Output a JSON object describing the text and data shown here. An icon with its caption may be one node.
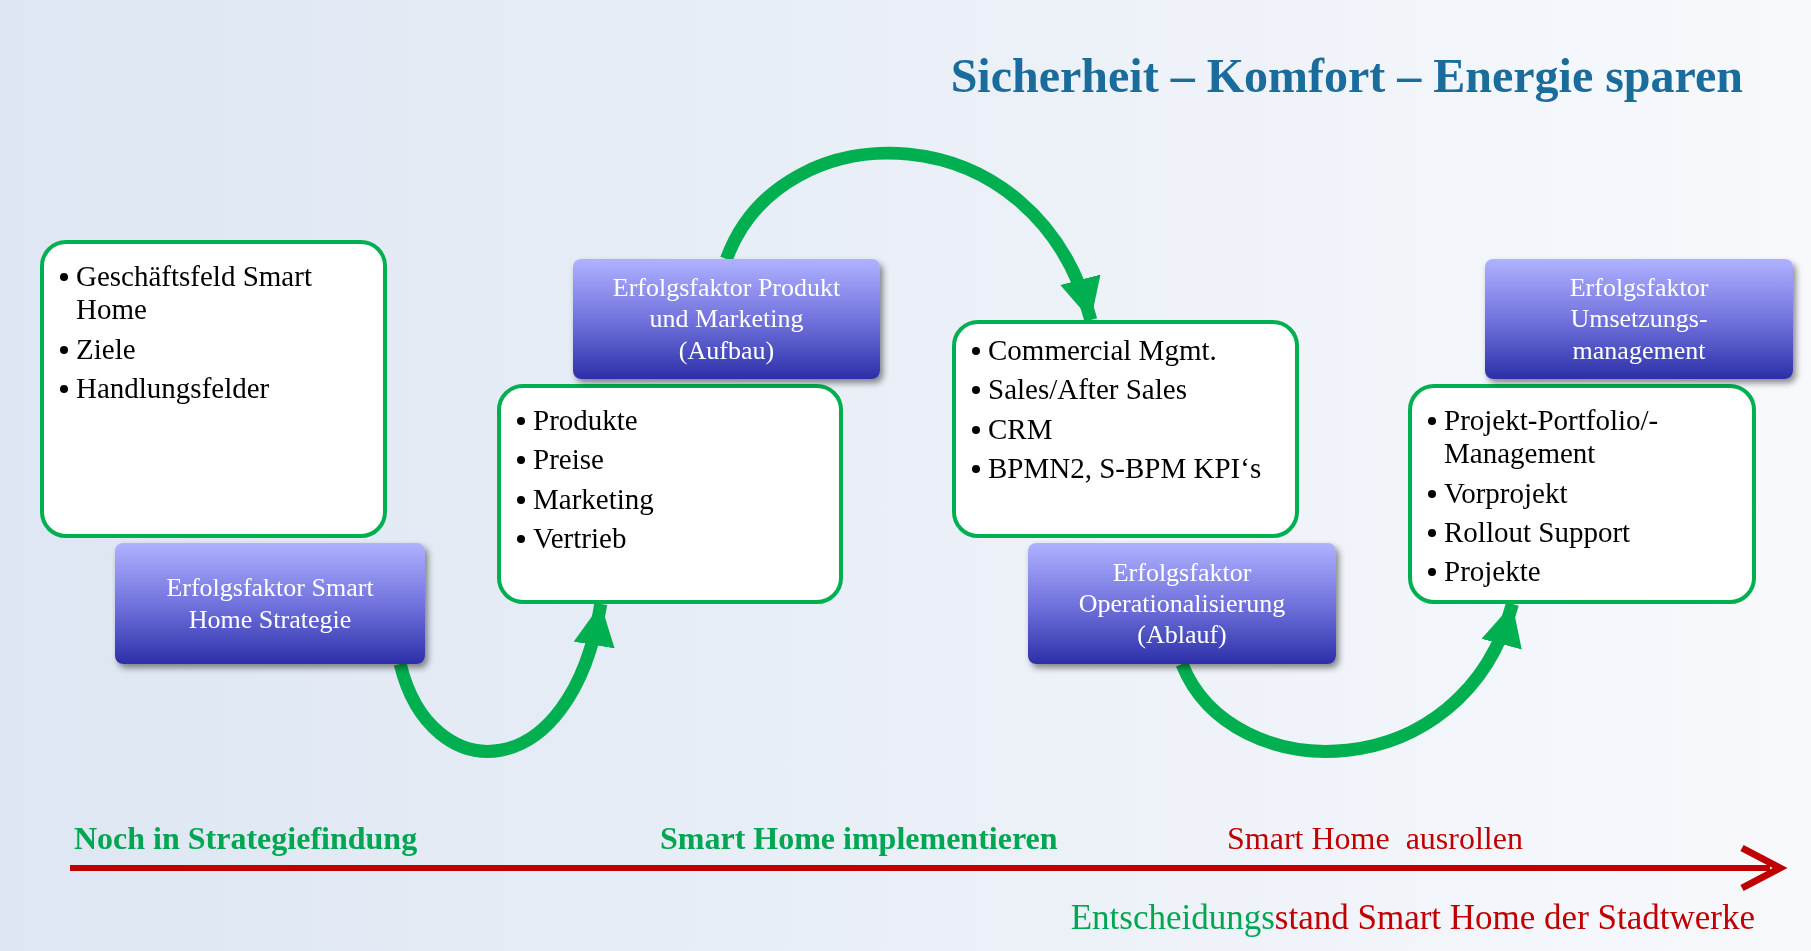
{
  "diagram": {
    "title": "Sicherheit – Komfort – Energie sparen",
    "nodes": [
      {
        "text": [
          "Geschäftsfeld Smart Home",
          "Ziele",
          "Handlungsfelder"
        ]
      },
      {
        "text": [
          "Erfolgsfaktor Smart Home Strategie"
        ]
      },
      {
        "text": [
          "Produkte",
          "Preise",
          "Marketing",
          "Vertrieb"
        ]
      },
      {
        "text": [
          "Erfolgsfaktor Produkt und Marketing (Aufbau)"
        ]
      },
      {
        "text": [
          "Commercial Mgmt.",
          "Sales/After Sales",
          "CRM",
          "BPMN2, S-BPM KPI‘s"
        ]
      },
      {
        "text": [
          "Erfolgsfaktor Operationalisierung (Ablauf)"
        ]
      },
      {
        "text": [
          "Projekt-Portfolio/-Management",
          "Vorprojekt",
          "Rollout Support",
          "Projekte"
        ]
      },
      {
        "text": [
          "Erfolgsfaktor Umsetzungs-management"
        ]
      }
    ],
    "edges": [
      {
        "from": 1,
        "to": 2,
        "arrow": "to"
      },
      {
        "from": 3,
        "to": 4,
        "arrow": "to"
      },
      {
        "from": 5,
        "to": 6,
        "arrow": "to"
      }
    ],
    "labels": [
      "Noch in Strategiefindung",
      "Smart Home implementieren",
      "Smart Home  ausrollen",
      "Entscheidungs",
      "stand Smart Home der Stadtwerke"
    ]
  }
}
